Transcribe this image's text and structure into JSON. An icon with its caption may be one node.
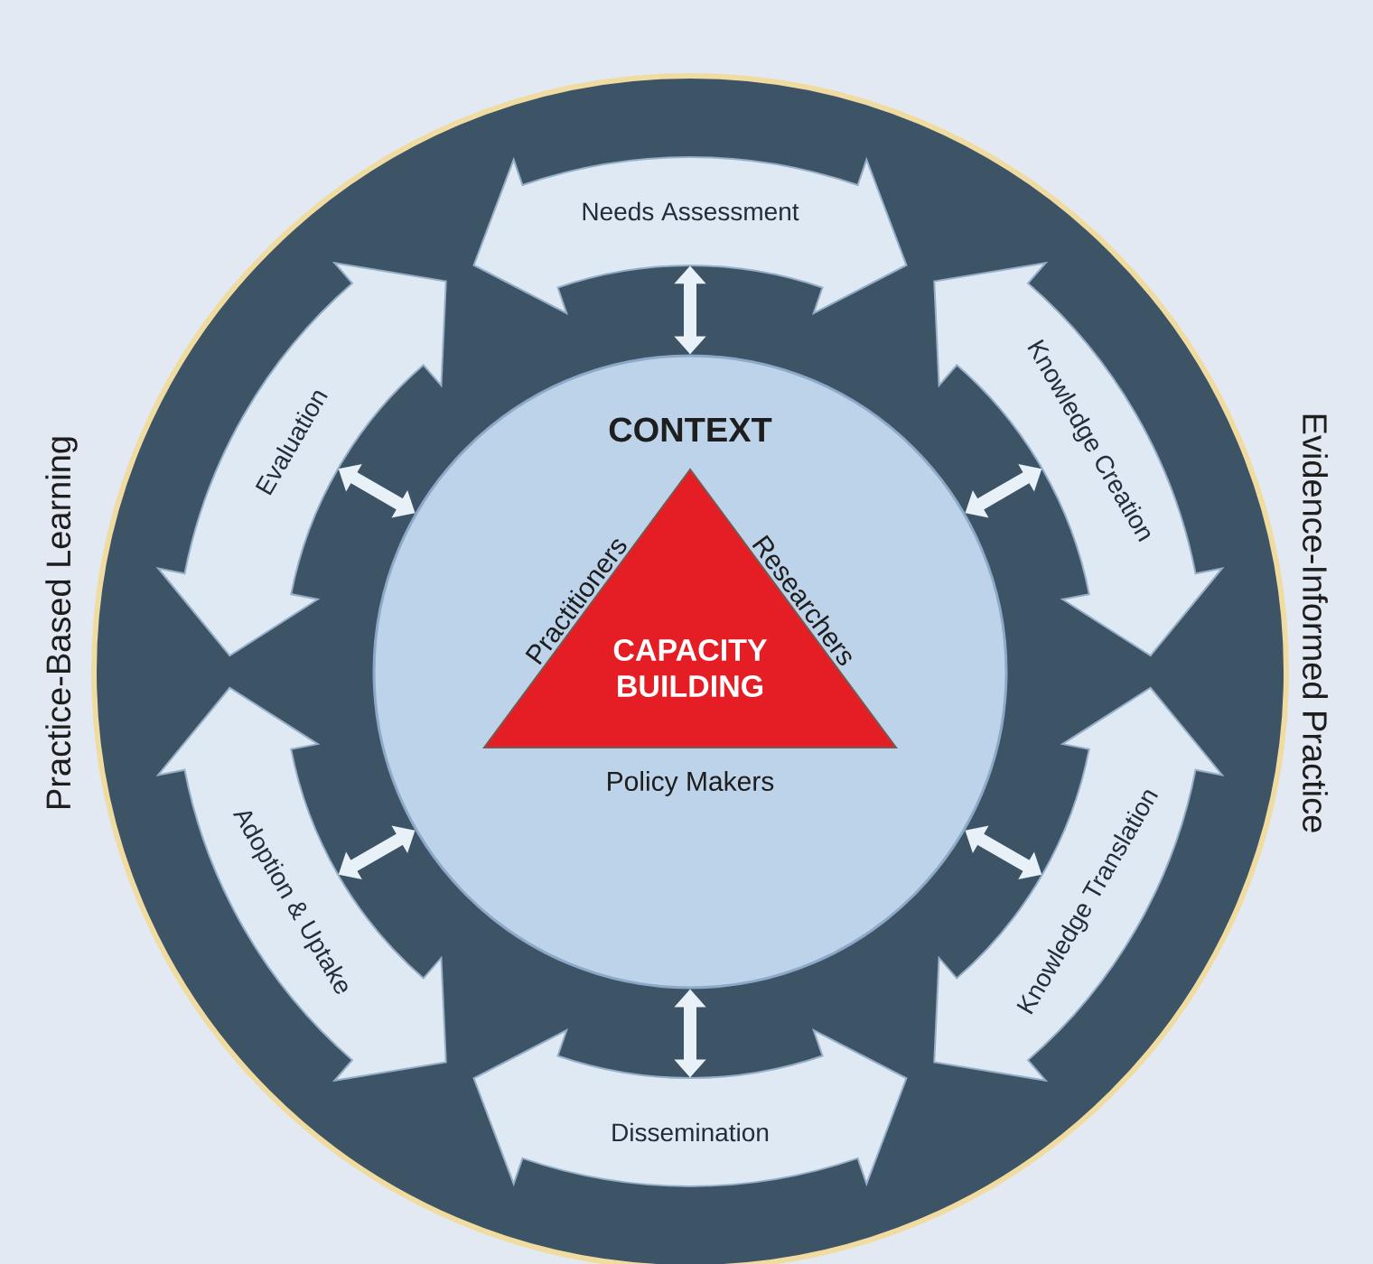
{
  "diagram": {
    "nodes": [
      {
        "text": [
          "Needs Assessment"
        ]
      },
      {
        "text": [
          "Evaluation"
        ]
      },
      {
        "text": [
          "Knowledge Creation"
        ]
      },
      {
        "text": [
          "CONTEXT"
        ]
      },
      {
        "text": [
          "CAPACITY BUILDING"
        ],
        "in": 3,
        "beside": [
          "Practitioners",
          "Researchers",
          "Policy Makers"
        ]
      },
      {
        "text": [
          "Adoption & Uptake"
        ]
      },
      {
        "text": [
          "Knowledge Translation"
        ]
      },
      {
        "text": [
          "Dissemination"
        ]
      }
    ],
    "edges": [
      {
        "from": 3,
        "to": 0,
        "arrow": "both"
      },
      {
        "from": 3,
        "to": 1,
        "arrow": "both"
      },
      {
        "from": 3,
        "to": 2,
        "arrow": "both"
      },
      {
        "from": 3,
        "to": 5,
        "arrow": "both"
      },
      {
        "from": 3,
        "to": 6,
        "arrow": "both"
      },
      {
        "from": 3,
        "to": 7,
        "arrow": "both"
      }
    ],
    "labels": [
      "Practice-Based Learning",
      "Evidence-Informed Practice"
    ]
  }
}
